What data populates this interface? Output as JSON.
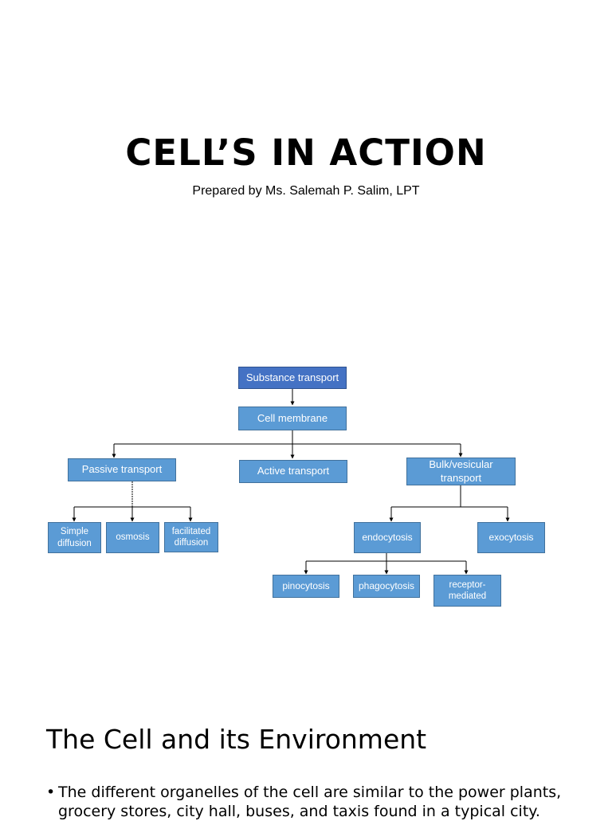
{
  "slide1": {
    "title": "CELL’S IN ACTION",
    "subtitle": "Prepared by Ms. Salemah P. Salim, LPT"
  },
  "diagram": {
    "root": "Substance transport",
    "membrane": "Cell membrane",
    "passive": "Passive transport",
    "active": "Active transport",
    "bulk": "Bulk/vesicular transport",
    "simple_diffusion": "Simple diffusion",
    "osmosis": "osmosis",
    "facilitated_diffusion": "facilitated diffusion",
    "endocytosis": "endocytosis",
    "exocytosis": "exocytosis",
    "pinocytosis": "pinocytosis",
    "phagocytosis": "phagocytosis",
    "receptor_mediated": "receptor-mediated"
  },
  "slide3": {
    "heading": "The Cell and its Environment",
    "bullet_glyph": "•",
    "bullet_text": "The different organelles of the cell are similar to the power plants, grocery stores, city hall, buses, and taxis found in a typical city."
  }
}
